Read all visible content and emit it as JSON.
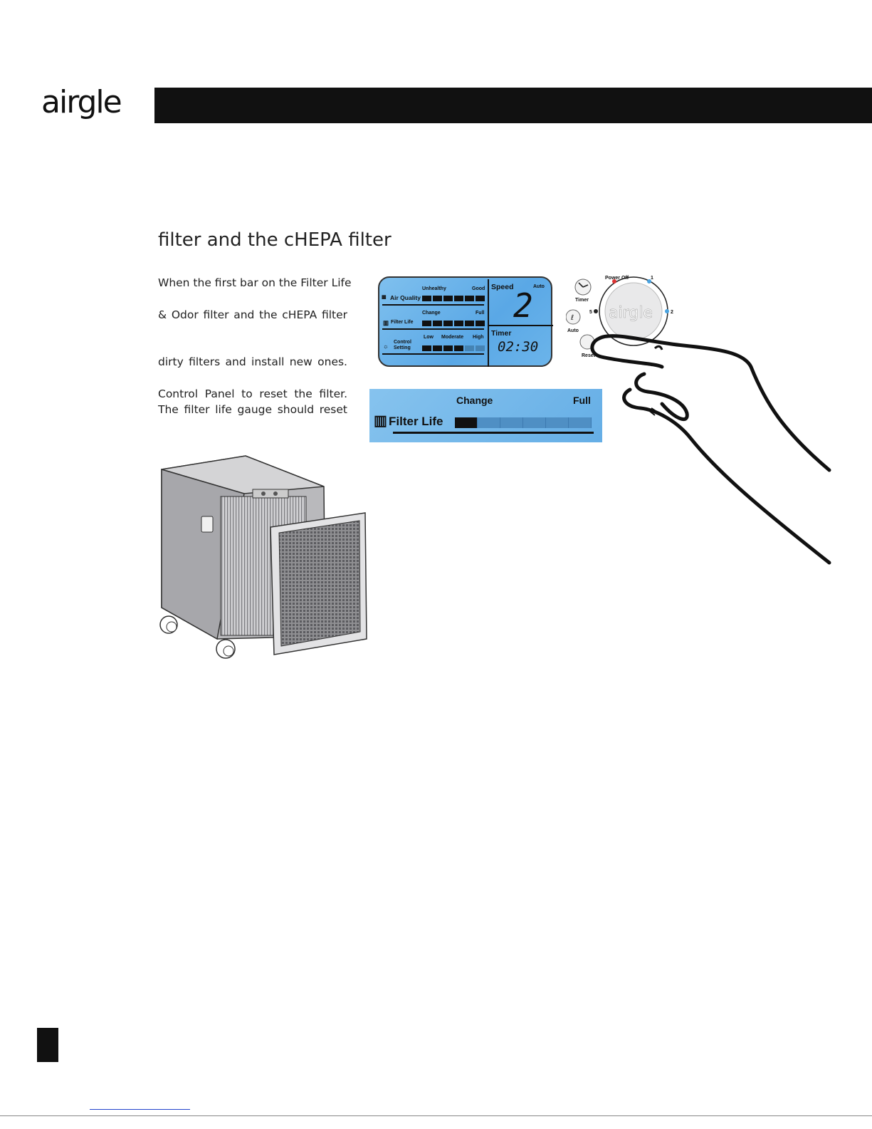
{
  "logo": {
    "text": "airgle"
  },
  "section_title": "filter and the cHEPA filter",
  "paragraphs": [
    "When the first bar on the Filter Life",
    "& Odor filter and the cHEPA filter",
    "dirty filters and install new ones.",
    "Control Panel to reset the filter.",
    "The filter life gauge should reset"
  ],
  "lcd": {
    "air_quality_label": "Air Quality",
    "unhealthy": "Unhealthy",
    "good": "Good",
    "filter_life_label": "Filter Life",
    "change": "Change",
    "full": "Full",
    "control_label_1": "Control",
    "control_label_2": "Setting",
    "low": "Low",
    "moderate": "Moderate",
    "high": "High",
    "speed_label": "Speed",
    "auto_label": "Auto",
    "speed_value": "2",
    "timer_label": "Timer",
    "timer_value": "02:30"
  },
  "gauge": {
    "change": "Change",
    "full": "Full",
    "label": "Filter Life",
    "segments_on": 1,
    "segments_total": 6
  },
  "dial": {
    "power_off": "Power Off",
    "speed_1": "1",
    "speed_2": "2",
    "speed_5": "5",
    "timer": "Timer",
    "auto": "Auto",
    "reset": "Reset",
    "brand": "airgle"
  }
}
